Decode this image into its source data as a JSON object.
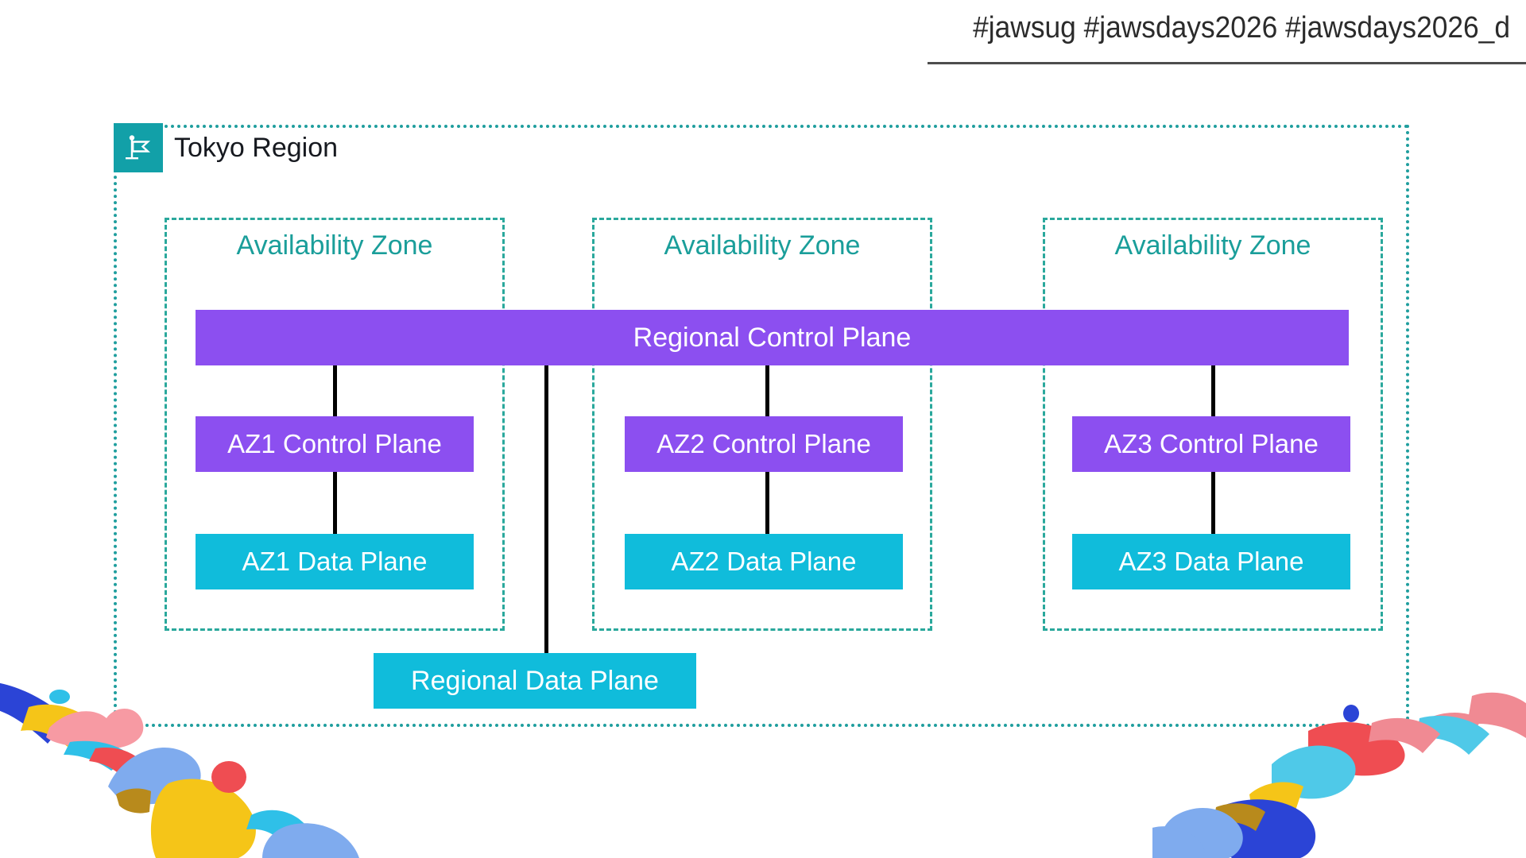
{
  "header": {
    "hashtags": "#jawsug #jawsdays2026 #jawsdays2026_d"
  },
  "diagram": {
    "region": {
      "title": "Tokyo Region",
      "icon": "region-flag-icon",
      "border_color": "#1f9e9e"
    },
    "availability_zones": [
      {
        "label": "Availability Zone"
      },
      {
        "label": "Availability Zone"
      },
      {
        "label": "Availability Zone"
      }
    ],
    "regional_control_plane": {
      "label": "Regional Control Plane"
    },
    "regional_data_plane": {
      "label": "Regional Data Plane"
    },
    "az_control_planes": [
      {
        "label": "AZ1 Control Plane"
      },
      {
        "label": "AZ2 Control Plane"
      },
      {
        "label": "AZ3 Control Plane"
      }
    ],
    "az_data_planes": [
      {
        "label": "AZ1 Data Plane"
      },
      {
        "label": "AZ2 Data Plane"
      },
      {
        "label": "AZ3 Data Plane"
      }
    ],
    "colors": {
      "control_plane_purple": "#8c4ff0",
      "data_plane_cyan": "#10bcdb",
      "region_teal": "#1f9e9e",
      "az_teal": "#2aa89c",
      "az_label_teal": "#1a9e9a",
      "region_icon_teal": "#12a0a8",
      "connector_black": "#000000"
    }
  },
  "decoration": {
    "left_wave": "colored-blob-wave",
    "right_wave": "colored-blob-wave",
    "palette": [
      "#2b44d6",
      "#f5c518",
      "#f79aa3",
      "#2fc0e8",
      "#ef4d52",
      "#7fabee",
      "#b88a1c",
      "#f08a93",
      "#4fc9e8"
    ]
  }
}
